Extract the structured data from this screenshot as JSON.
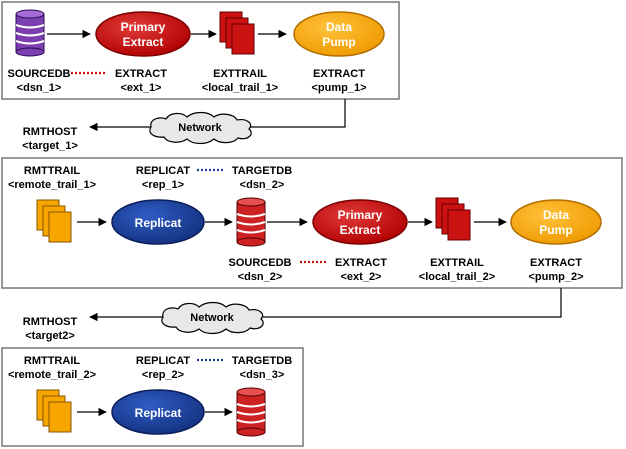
{
  "colors": {
    "primary_extract": "#cc1111",
    "data_pump": "#f7a600",
    "replicat": "#1a3f9e",
    "db_fill": "#cc2222",
    "db_bands": "#ffffff",
    "sourcedb_fill": "#7c3fb0",
    "trail_fill": "#cc1111",
    "remote_trail_fill": "#f7a600",
    "extract_link": "#cc1111",
    "replicat_link": "#1a3f9e",
    "box_border": "#777777"
  },
  "stage1": {
    "primary_extract": [
      "Primary",
      "Extract"
    ],
    "data_pump": [
      "Data",
      "Pump"
    ],
    "sourcedb": [
      "SOURCEDB",
      "<dsn_1>"
    ],
    "extract": [
      "EXTRACT",
      "<ext_1>"
    ],
    "exttrail": [
      "EXTTRAIL",
      "<local_trail_1>"
    ],
    "pump_extract": [
      "EXTRACT",
      "<pump_1>"
    ]
  },
  "network1": {
    "label": "Network",
    "rmthost": [
      "RMTHOST",
      "<target_1>"
    ]
  },
  "stage2": {
    "rmttrail": [
      "RMTTRAIL",
      "<remote_trail_1>"
    ],
    "replicat_label": [
      "REPLICAT",
      "<rep_1>"
    ],
    "targetdb": [
      "TARGETDB",
      "<dsn_2>"
    ],
    "replicat": "Replicat",
    "primary_extract": [
      "Primary",
      "Extract"
    ],
    "data_pump": [
      "Data",
      "Pump"
    ],
    "sourcedb": [
      "SOURCEDB",
      "<dsn_2>"
    ],
    "extract": [
      "EXTRACT",
      "<ext_2>"
    ],
    "exttrail": [
      "EXTTRAIL",
      "<local_trail_2>"
    ],
    "pump_extract": [
      "EXTRACT",
      "<pump_2>"
    ]
  },
  "network2": {
    "label": "Network",
    "rmthost": [
      "RMTHOST",
      "<target2>"
    ]
  },
  "stage3": {
    "rmttrail": [
      "RMTTRAIL",
      "<remote_trail_2>"
    ],
    "replicat_label": [
      "REPLICAT",
      "<rep_2>"
    ],
    "targetdb": [
      "TARGETDB",
      "<dsn_3>"
    ],
    "replicat": "Replicat"
  }
}
